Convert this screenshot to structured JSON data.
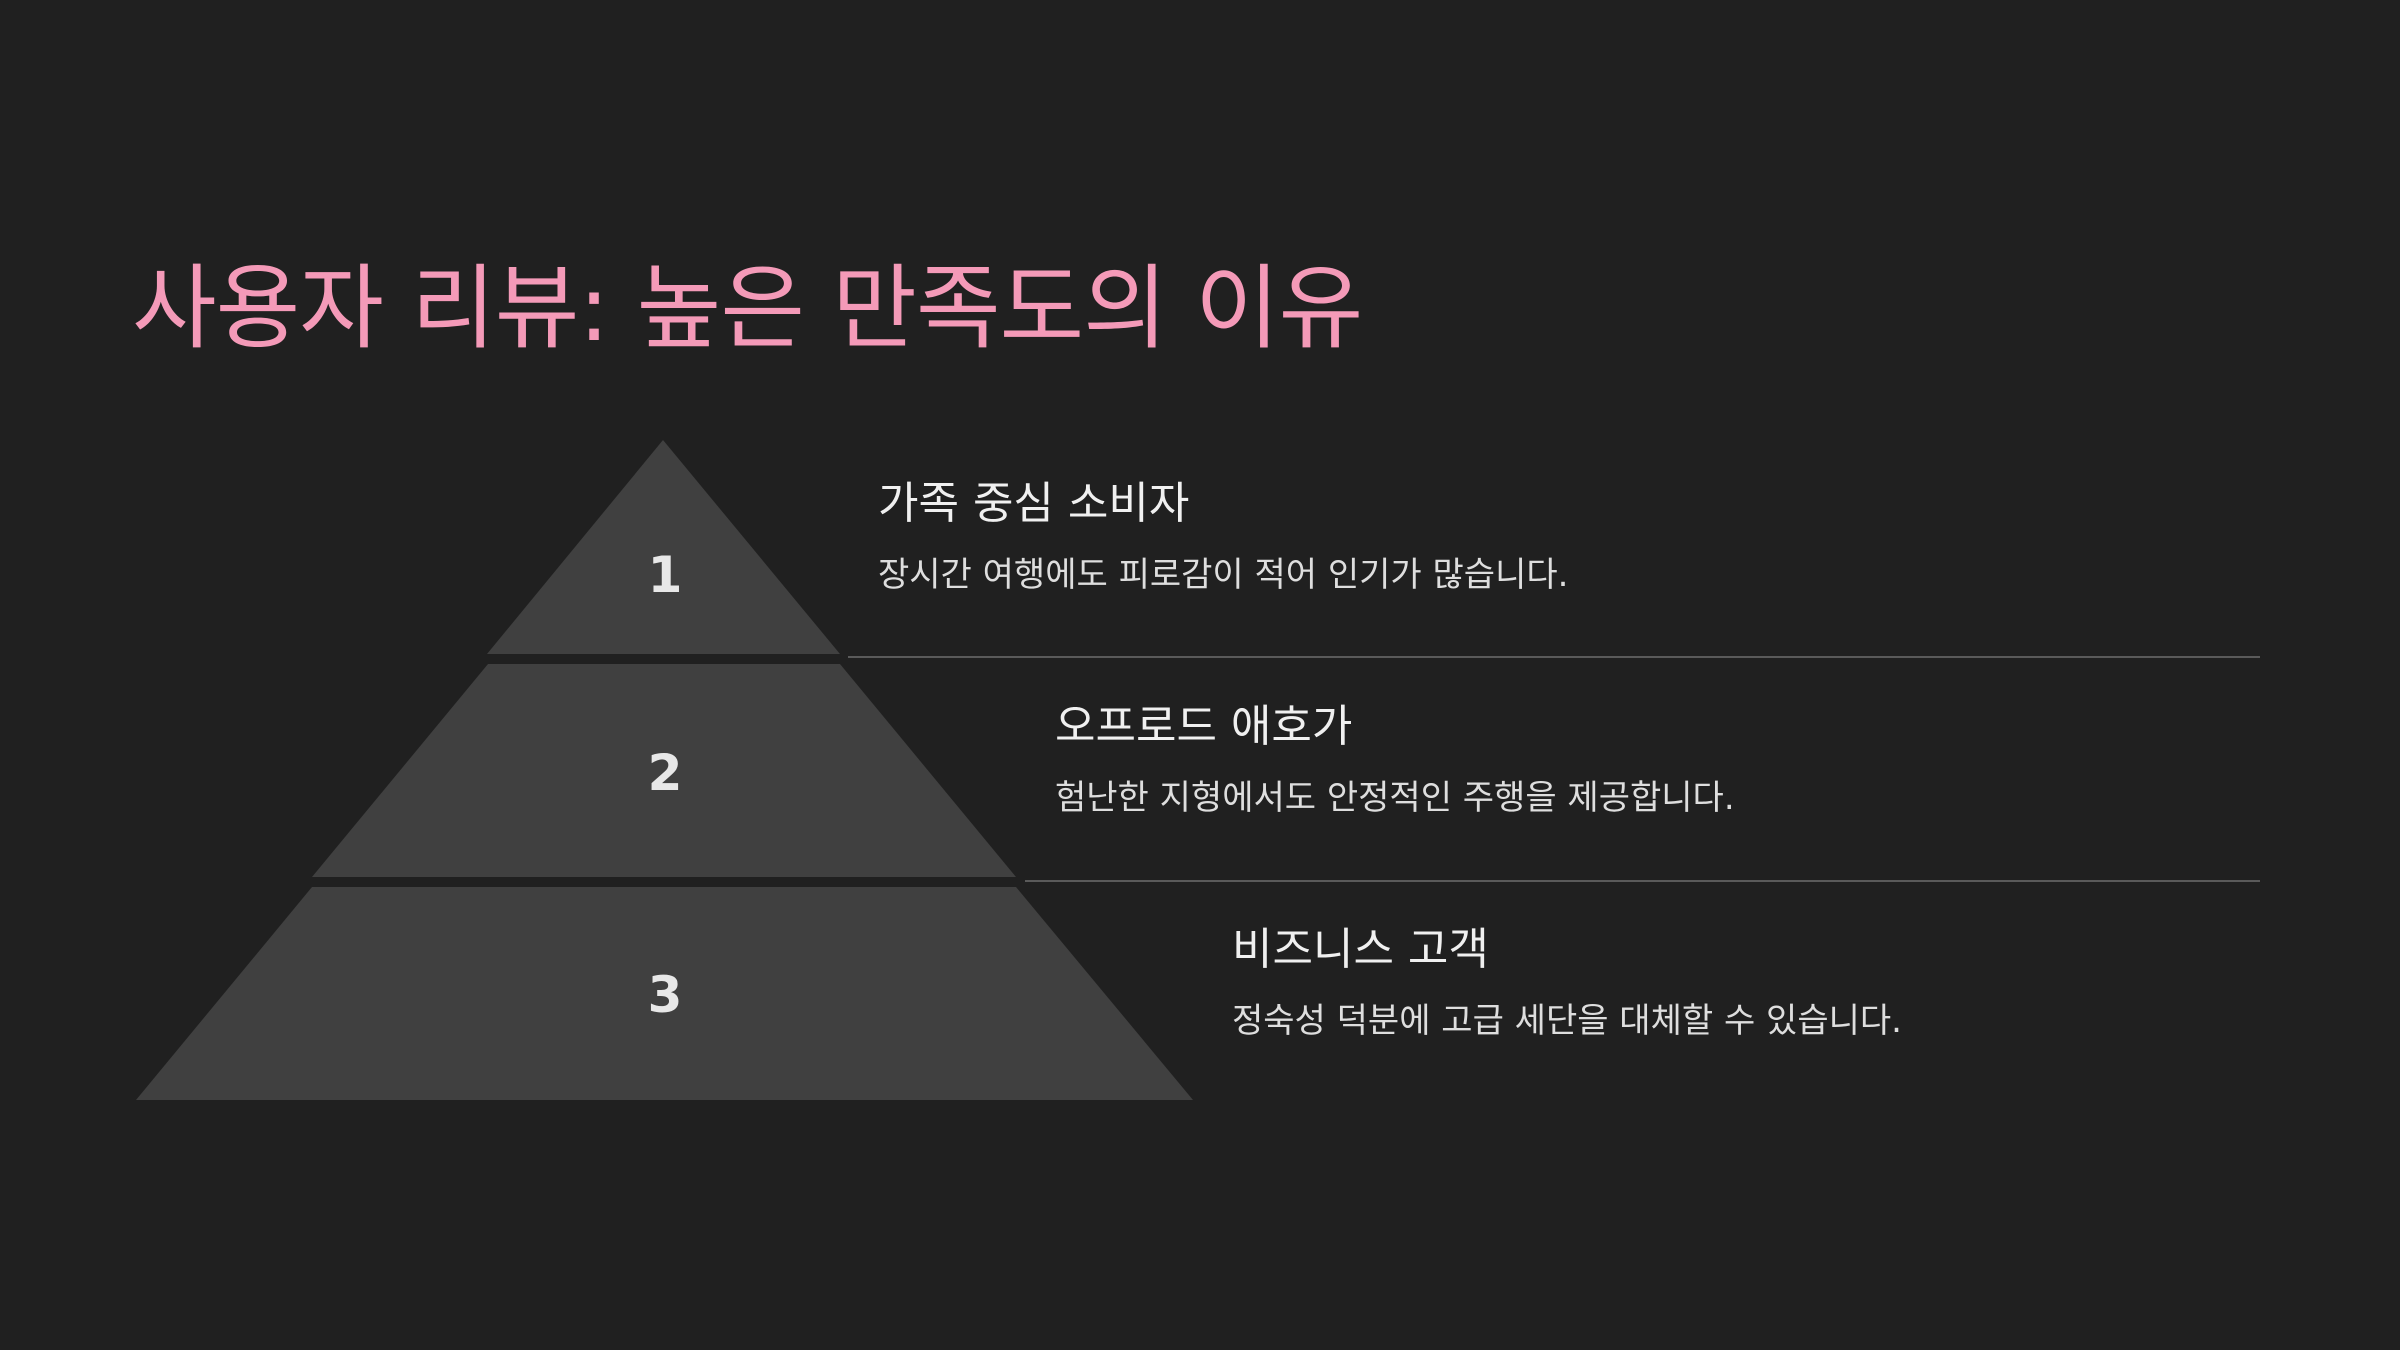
{
  "title": "사용자 리뷰: 높은 만족도의 이유",
  "colors": {
    "background": "#202020",
    "title": "#f49ab8",
    "tier_fill": "#404040",
    "divider": "#5a5a5a"
  },
  "tiers": [
    {
      "number": "1",
      "heading": "가족 중심 소비자",
      "description": "장시간 여행에도 피로감이 적어 인기가 많습니다."
    },
    {
      "number": "2",
      "heading": "오프로드 애호가",
      "description": "험난한 지형에서도 안정적인 주행을 제공합니다."
    },
    {
      "number": "3",
      "heading": "비즈니스 고객",
      "description": "정숙성 덕분에 고급 세단을 대체할 수 있습니다."
    }
  ]
}
